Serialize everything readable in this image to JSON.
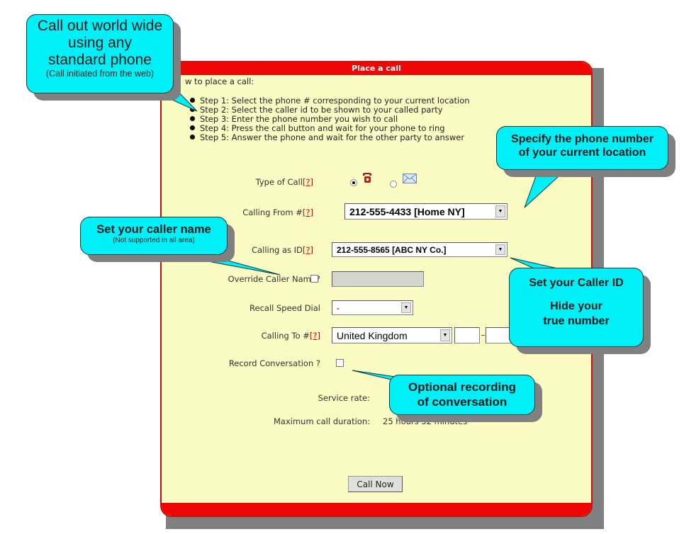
{
  "panel": {
    "title": "Place a call",
    "howto": "w to place a call:",
    "steps": [
      "Step 1: Select the phone # corresponding to your current location",
      "Step 2: Select the caller id to be shown to your called party",
      "Step 3: Enter the phone number you wish to call",
      "Step 4: Press the call button and wait for your phone to ring",
      "Step 5: Answer the phone and wait for the other party to answer"
    ]
  },
  "form": {
    "help_link": "[?]",
    "type_of_call": {
      "label": "Type of Call",
      "selected": "phone",
      "options": [
        "phone-icon",
        "email-icon"
      ]
    },
    "calling_from": {
      "label": "Calling From #",
      "value": "212-555-4433 [Home NY]"
    },
    "calling_as_id": {
      "label": "Calling as ID",
      "value": "212-555-8565 [ABC NY Co.]"
    },
    "override_caller_name": {
      "label": "Override Caller Name?",
      "checked": false,
      "value": ""
    },
    "recall_speed_dial": {
      "label": "Recall Speed Dial",
      "value": "-"
    },
    "calling_to": {
      "label": "Calling To #",
      "country": "United Kingdom",
      "area_code": "",
      "number": ""
    },
    "record_conversation": {
      "label": "Record Conversation ?",
      "checked": false
    },
    "service_rate": {
      "label": "Service rate:",
      "value": ""
    },
    "max_duration": {
      "label": "Maximum call duration:",
      "value": "25 hours 32 minutes"
    },
    "call_button": "Call Now"
  },
  "callouts": {
    "worldwide": {
      "title_lines": [
        "Call out world wide",
        "using any",
        "standard phone"
      ],
      "subtitle": "(Call initiated from the web)"
    },
    "location": {
      "lines": [
        "Specify the phone number",
        "of your current location"
      ]
    },
    "caller_name": {
      "title": "Set your caller name",
      "subtitle": "(Not supported in all area)"
    },
    "caller_id": {
      "title": "Set your Caller ID",
      "lines": [
        "Hide your",
        "true number"
      ]
    },
    "recording": {
      "lines": [
        "Optional recording",
        "of conversation"
      ]
    }
  },
  "colors": {
    "header_red": "#f00505",
    "panel_bg": "#fbfbc4",
    "callout_cyan": "#00f0f8",
    "shadow": "#808080"
  }
}
